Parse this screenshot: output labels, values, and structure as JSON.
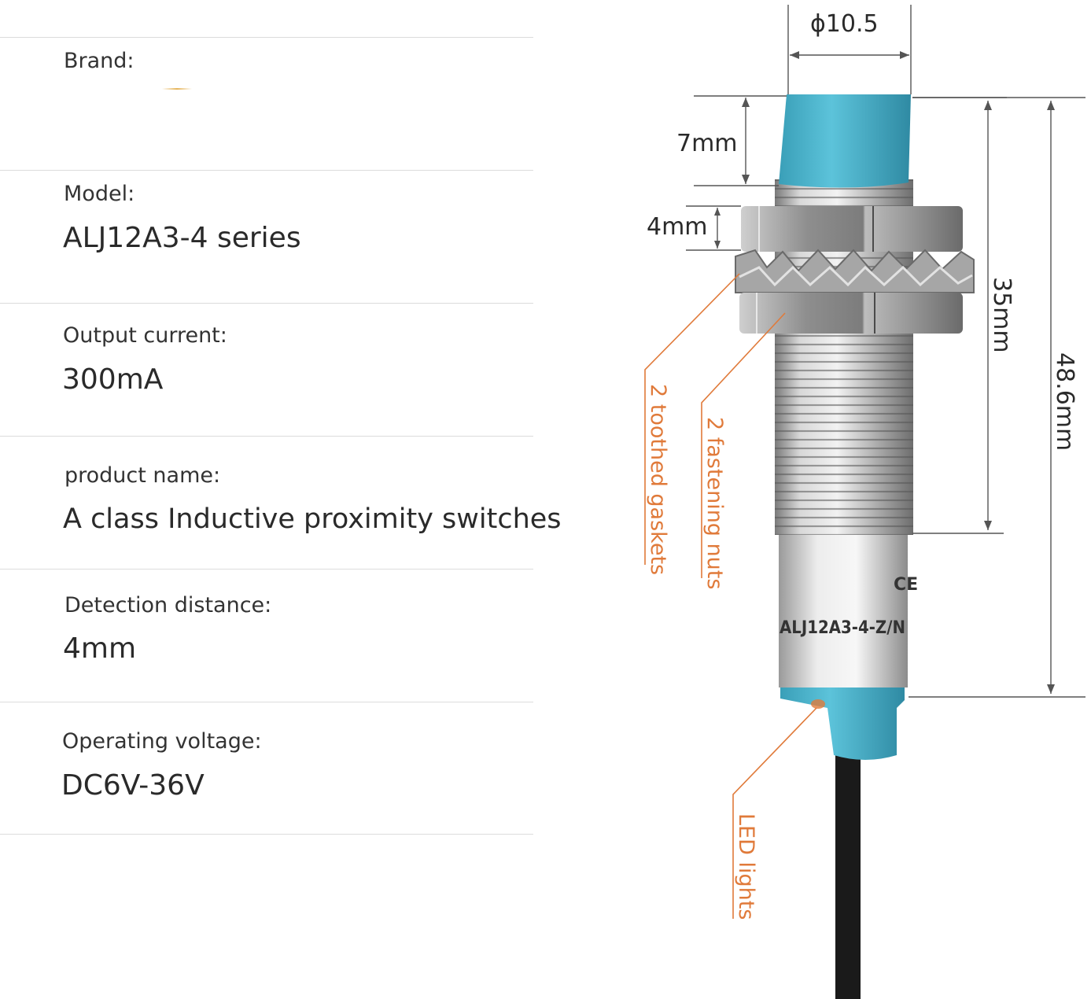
{
  "specs": [
    {
      "label": "Brand:",
      "value": ""
    },
    {
      "label": "Model:",
      "value": "ALJ12A3-4 series"
    },
    {
      "label": "Output current:",
      "value": "300mA"
    },
    {
      "label": "product name:",
      "value": "A class Inductive proximity switches"
    },
    {
      "label": "Detection distance:",
      "value": "4mm"
    },
    {
      "label": "Operating voltage:",
      "value": "DC6V-36V"
    }
  ],
  "diagram": {
    "diameter": "ϕ10.5",
    "cap_height": "7mm",
    "nut_height": "4mm",
    "thread_length": "35mm",
    "total_length": "48.6mm",
    "callouts": {
      "gaskets": "2 toothed gaskets",
      "nuts": "2 fastening nuts",
      "led": "LED lights"
    },
    "body_print": "ALJ12A3-4-Z/N",
    "ce_mark": "CE"
  },
  "colors": {
    "cap": "#4fb6cf",
    "metal": "#b8b8b8",
    "callout": "#e07a3a",
    "cable": "#1a1a1a"
  }
}
